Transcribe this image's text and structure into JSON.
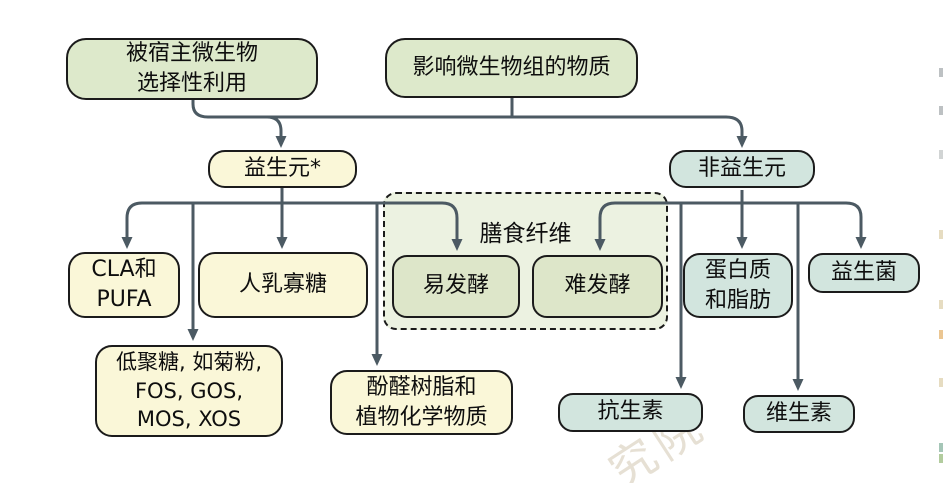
{
  "diagram": {
    "type": "flowchart",
    "nodes": {
      "selective_use": {
        "lines": [
          "被宿主微生物",
          "选择性利用"
        ]
      },
      "substances": {
        "label": "影响微生物组的物质"
      },
      "prebiotics": {
        "label": "益生元*"
      },
      "non_prebiotics": {
        "label": "非益生元"
      },
      "cla_pufa": {
        "lines": [
          "CLA和",
          "PUFA"
        ]
      },
      "hmo": {
        "label": "人乳寡糖"
      },
      "oligosaccharides": {
        "lines": [
          "低聚糖, 如菊粉,",
          "FOS, GOS,",
          "MOS, XOS"
        ]
      },
      "phenolics": {
        "lines": [
          "酚醛树脂和",
          "植物化学物质"
        ]
      },
      "dietary_fiber": {
        "label": "膳食纤维"
      },
      "fermentable": {
        "label": "易发酵"
      },
      "non_fermentable": {
        "label": "难发酵"
      },
      "protein_fat": {
        "lines": [
          "蛋白质",
          "和脂肪"
        ]
      },
      "probiotics": {
        "label": "益生菌"
      },
      "antibiotics": {
        "label": "抗生素"
      },
      "vitamins": {
        "label": "维生素"
      }
    },
    "edges": [
      [
        "selective_use",
        "prebiotics"
      ],
      [
        "substances",
        "prebiotics"
      ],
      [
        "substances",
        "non_prebiotics"
      ],
      [
        "prebiotics",
        "cla_pufa"
      ],
      [
        "prebiotics",
        "hmo"
      ],
      [
        "prebiotics",
        "oligosaccharides"
      ],
      [
        "prebiotics",
        "phenolics"
      ],
      [
        "prebiotics",
        "fermentable"
      ],
      [
        "non_prebiotics",
        "non_fermentable"
      ],
      [
        "non_prebiotics",
        "protein_fat"
      ],
      [
        "non_prebiotics",
        "probiotics"
      ],
      [
        "non_prebiotics",
        "antibiotics"
      ],
      [
        "non_prebiotics",
        "vitamins"
      ]
    ],
    "colors": {
      "green_fill": "#dde9cb",
      "yellow_fill": "#faf7d8",
      "teal_fill": "#d2e5de",
      "fiber_container_fill": "#ecf2e1",
      "fiber_inner_fill": "#dde6c9",
      "arrow": "#4c5a63",
      "border": "#1b1b1b"
    },
    "watermark": "究院"
  }
}
